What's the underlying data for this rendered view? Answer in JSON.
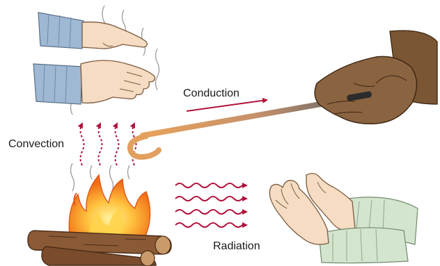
{
  "labels": {
    "conduction": "Conduction",
    "convection": "Convection",
    "radiation": "Radiation"
  },
  "colors": {
    "arrow": "#b0123a",
    "skin": "#f6dcc2",
    "skin_outline": "#7a5a3e",
    "sleeve": "#9fb9d4",
    "sleeve_green": "#d4e5cf",
    "glove": "#7a5634",
    "glove_dark": "#4e3418",
    "rod": "#e2a05e",
    "flame_outer": "#f0741a",
    "flame_inner": "#ffd34a",
    "log": "#8a5a36",
    "log_dark": "#4a2c16",
    "heat_shimmer": "#9a9a9a"
  },
  "icons": [
    "hands-over-fire-icon",
    "gloved-hand-icon",
    "poker-rod-icon",
    "campfire-icon",
    "warming-hands-icon"
  ]
}
